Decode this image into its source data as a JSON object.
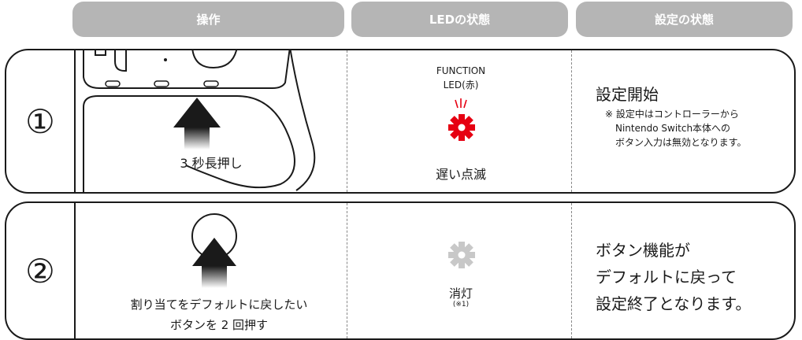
{
  "header": {
    "col_operation": "操作",
    "col_led": "LEDの状態",
    "col_setting": "設定の状態"
  },
  "row1": {
    "step": "①",
    "operation_caption": "3 秒長押し",
    "led_name_line1": "FUNCTION",
    "led_name_line2": "LED(赤)",
    "led_state": "遅い点滅",
    "setting_title": "設定開始",
    "setting_note_line1": "※ 設定中はコントローラーから",
    "setting_note_line2": "Nintendo Switch本体への",
    "setting_note_line3": "ボタン入力は無効となります。",
    "led_color": "#e60012"
  },
  "row2": {
    "step": "②",
    "operation_caption_line1": "割り当てをデフォルトに戻したい",
    "operation_caption_line2": "ボタンを 2 回押す",
    "led_state": "消灯",
    "led_note": "(※1)",
    "setting_line1": "ボタン機能が",
    "setting_line2": "デフォルトに戻って",
    "setting_line3": "設定終了となります。",
    "led_color": "#c8c8c8"
  }
}
